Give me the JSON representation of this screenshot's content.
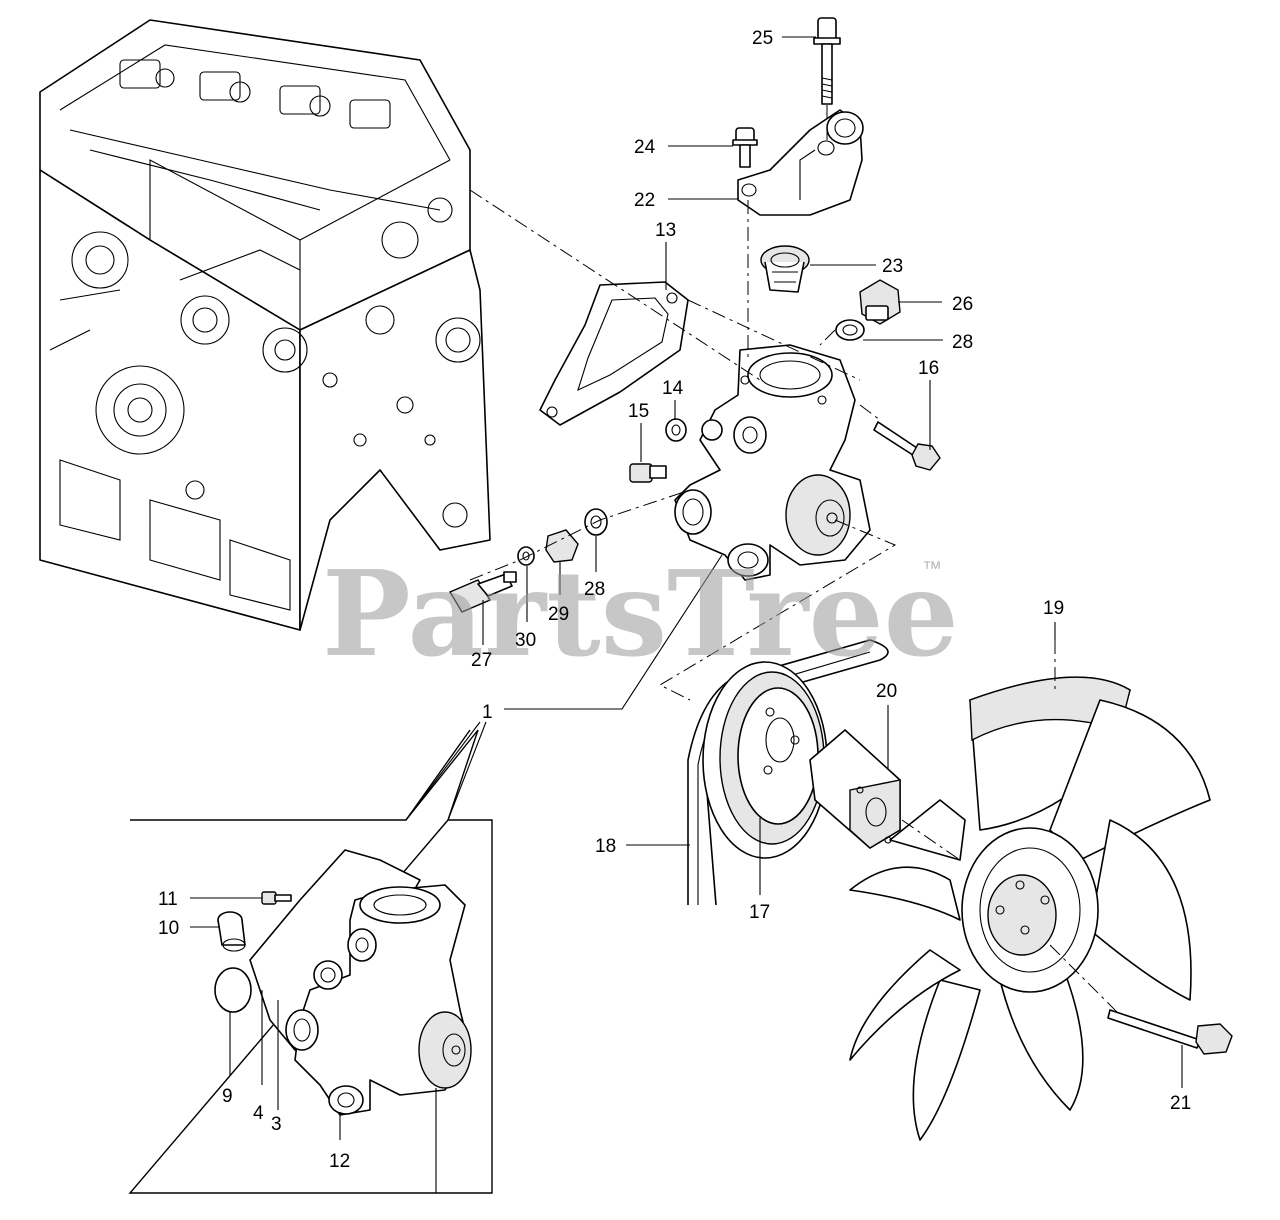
{
  "watermark": {
    "text": "PartsTree",
    "trademark": "™"
  },
  "callouts": {
    "c1": "1",
    "c3": "3",
    "c4": "4",
    "c9": "9",
    "c10": "10",
    "c11": "11",
    "c12": "12",
    "c13": "13",
    "c14": "14",
    "c15": "15",
    "c16": "16",
    "c17": "17",
    "c18": "18",
    "c19": "19",
    "c20": "20",
    "c21": "21",
    "c22": "22",
    "c23": "23",
    "c24": "24",
    "c25": "25",
    "c26": "26",
    "c27": "27",
    "c28a": "28",
    "c28b": "28",
    "c29": "29",
    "c30": "30"
  }
}
